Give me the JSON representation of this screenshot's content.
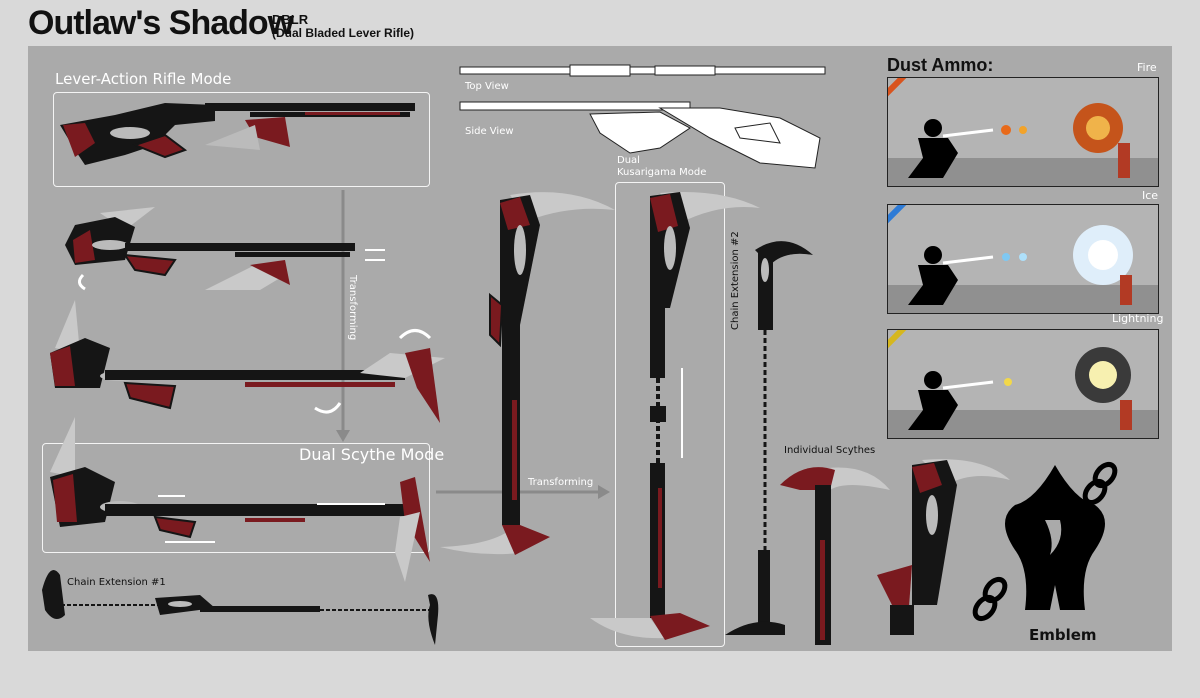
{
  "header": {
    "title": "Outlaw's Shadow",
    "abbrev": "DBLR",
    "full_name": "(Dual Bladed Lever Rifle)"
  },
  "modes": {
    "rifle": "Lever-Action Rifle Mode",
    "scythe": "Dual Scythe Mode",
    "kusarigama_line1": "Dual",
    "kusarigama_line2": "Kusarigama Mode",
    "chain1": "Chain Extension #1",
    "chain2": "Chain Extension #2",
    "individual": "Individual Scythes",
    "emblem": "Emblem"
  },
  "views": {
    "top": "Top View",
    "side": "Side View"
  },
  "arrows": {
    "transforming_vertical": "Transforming",
    "transforming_horizontal": "Transforming"
  },
  "dust_ammo": {
    "title": "Dust Ammo:",
    "types": [
      {
        "name": "Fire",
        "color": "#d9541e"
      },
      {
        "name": "Ice",
        "color": "#2e7bd6"
      },
      {
        "name": "Lightning",
        "color": "#d6b71e"
      }
    ]
  },
  "colors": {
    "panel": "#aaaaaa",
    "background": "#d9d9d9",
    "weapon_black": "#151515",
    "weapon_red": "#7a1a1f",
    "blade_grey": "#c9c9c9"
  }
}
